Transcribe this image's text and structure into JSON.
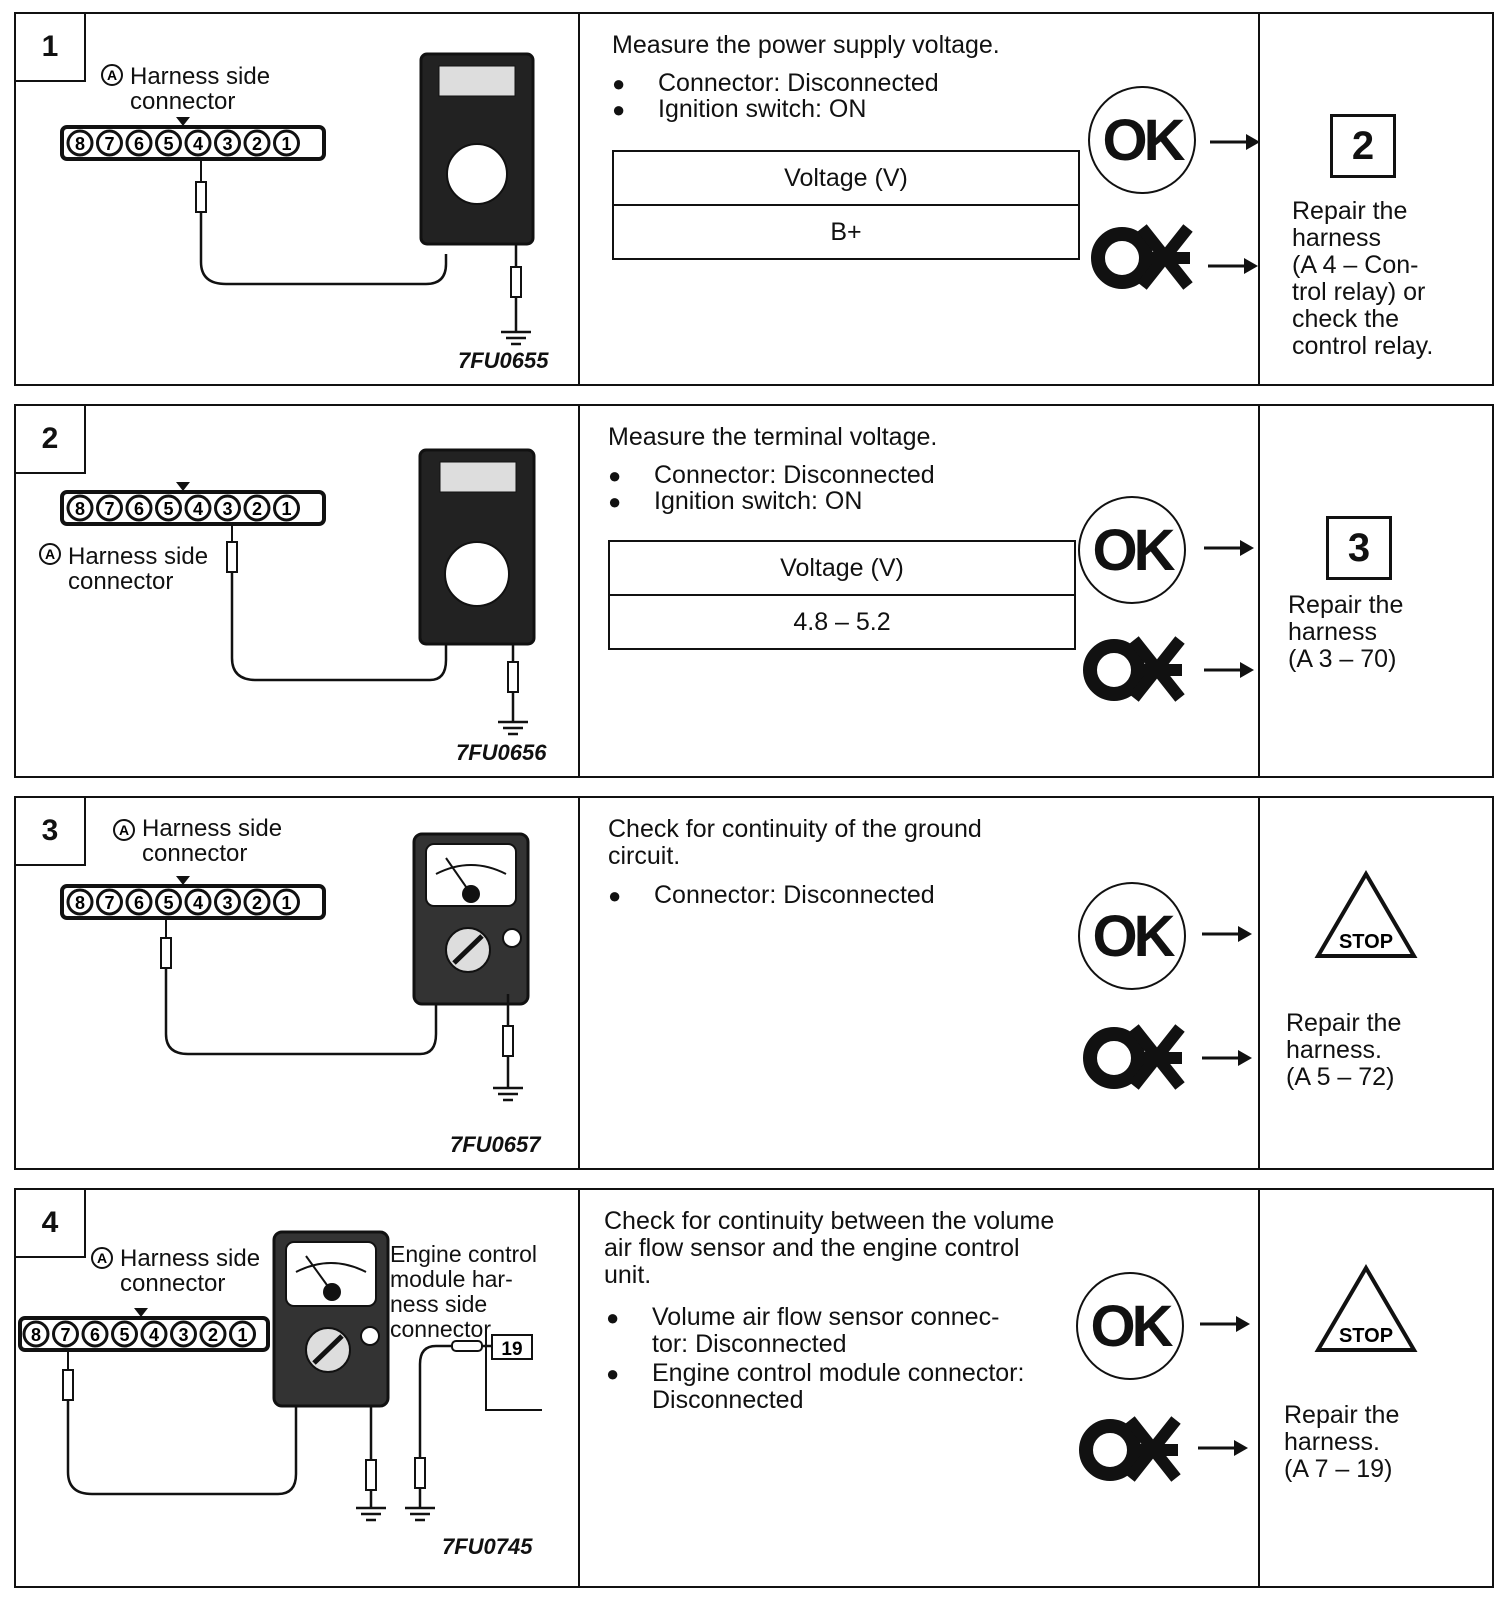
{
  "steps": [
    {
      "number": "1",
      "connector_label": "Harness side\nconnector",
      "circle_a": "A",
      "pins": [
        "8",
        "7",
        "6",
        "5",
        "4",
        "3",
        "2",
        "1"
      ],
      "figure_code": "7FU0655",
      "instruction": "Measure the power supply voltage.",
      "bullets": [
        "Connector: Disconnected",
        "Ignition switch: ON"
      ],
      "spec_header": "Voltage  (V)",
      "spec_value": "B+",
      "ok_label": "OK",
      "next_step": "2",
      "repair": "Repair the\nharness\n(A 4 – Con-\ntrol relay) or\ncheck the\ncontrol relay."
    },
    {
      "number": "2",
      "connector_label": "Harness side\nconnector",
      "circle_a": "A",
      "pins": [
        "8",
        "7",
        "6",
        "5",
        "4",
        "3",
        "2",
        "1"
      ],
      "figure_code": "7FU0656",
      "instruction": "Measure the terminal voltage.",
      "bullets": [
        "Connector: Disconnected",
        "Ignition switch: ON"
      ],
      "spec_header": "Voltage  (V)",
      "spec_value": "4.8  –  5.2",
      "ok_label": "OK",
      "next_step": "3",
      "repair": "Repair the\nharness\n(A 3 – 70)"
    },
    {
      "number": "3",
      "connector_label": "Harness side\nconnector",
      "circle_a": "A",
      "pins": [
        "8",
        "7",
        "6",
        "5",
        "4",
        "3",
        "2",
        "1"
      ],
      "figure_code": "7FU0657",
      "instruction": "Check for continuity of the ground circuit.",
      "bullets": [
        "Connector: Disconnected"
      ],
      "ok_label": "OK",
      "stop_label": "STOP",
      "repair": "Repair the\nharness.\n(A 5 – 72)"
    },
    {
      "number": "4",
      "connector_label": "Harness side\nconnector",
      "circle_a": "A",
      "pins": [
        "8",
        "7",
        "6",
        "5",
        "4",
        "3",
        "2",
        "1"
      ],
      "ecm_label": "Engine control\nmodule har-\nness side\nconnector",
      "ecm_pin": "19",
      "figure_code": "7FU0745",
      "instruction": "Check for continuity between the volume air flow sensor and the engine control unit.",
      "bullets": [
        "Volume air flow sensor connec-\ntor: Disconnected",
        "Engine control module connector:\nDisconnected"
      ],
      "ok_label": "OK",
      "stop_label": "STOP",
      "repair": "Repair the\nharness.\n(A 7 – 19)"
    }
  ]
}
